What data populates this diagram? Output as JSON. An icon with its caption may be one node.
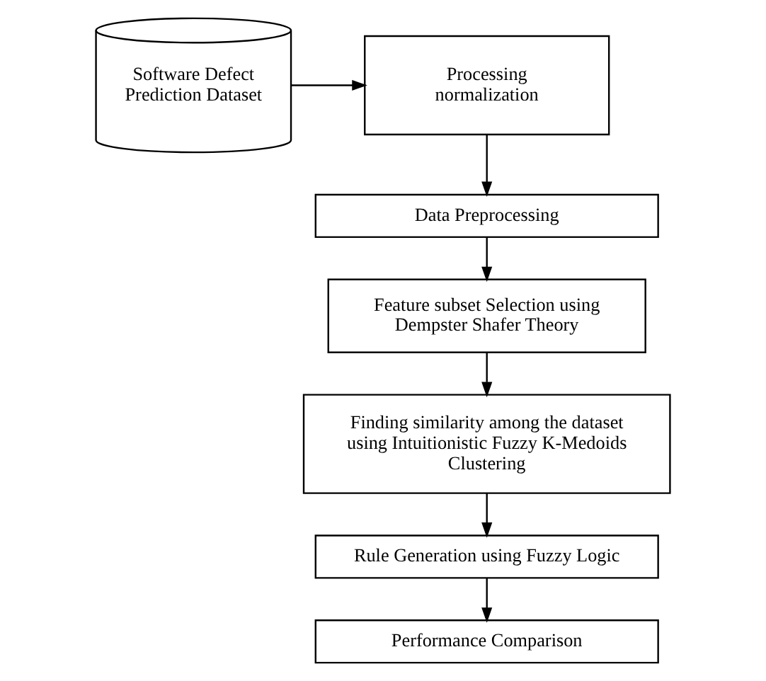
{
  "diagram": {
    "nodes": [
      {
        "text": [
          "Software Defect Prediction Dataset"
        ]
      },
      {
        "text": [
          "Processing normalization"
        ]
      },
      {
        "text": [
          "Data Preprocessing"
        ]
      },
      {
        "text": [
          "Feature subset Selection using Dempster Shafer Theory"
        ]
      },
      {
        "text": [
          "Finding similarity among the dataset using Intuitionistic Fuzzy K-Medoids Clustering"
        ]
      },
      {
        "text": [
          "Rule Generation using Fuzzy Logic"
        ]
      },
      {
        "text": [
          "Performance Comparison"
        ]
      }
    ],
    "edges": [
      {
        "from": 0,
        "to": 1,
        "arrow": "to"
      },
      {
        "from": 1,
        "to": 2,
        "arrow": "to"
      },
      {
        "from": 2,
        "to": 3,
        "arrow": "to"
      },
      {
        "from": 3,
        "to": 4,
        "arrow": "to"
      },
      {
        "from": 4,
        "to": 5,
        "arrow": "to"
      },
      {
        "from": 5,
        "to": 6,
        "arrow": "to"
      }
    ]
  }
}
